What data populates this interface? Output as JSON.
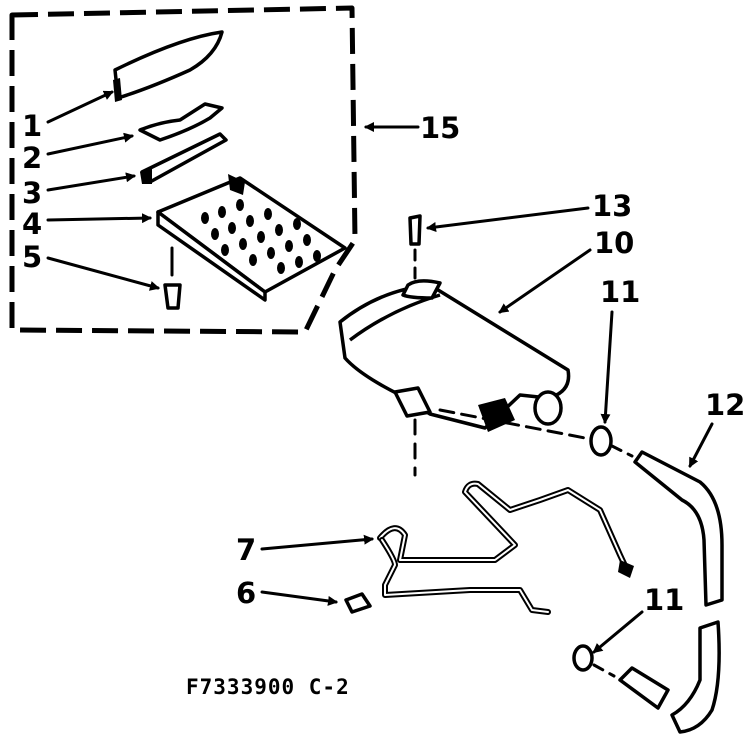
{
  "callouts": {
    "c1": "1",
    "c2": "2",
    "c3": "3",
    "c4": "4",
    "c5": "5",
    "c6": "6",
    "c7": "7",
    "c10": "10",
    "c11a": "11",
    "c11b": "11",
    "c12": "12",
    "c13": "13",
    "c15": "15"
  },
  "caption": "F7333900 C-2"
}
